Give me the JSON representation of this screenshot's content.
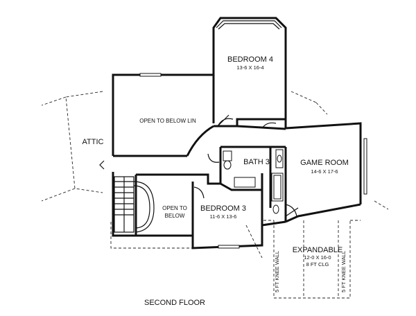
{
  "floor_title": "SECOND FLOOR",
  "rooms": {
    "bedroom4": {
      "name": "BEDROOM 4",
      "dims": "13-6 X 16-4"
    },
    "game_room": {
      "name": "GAME ROOM",
      "dims": "14-6 X 17-6"
    },
    "bedroom3": {
      "name": "BEDROOM 3",
      "dims": "11-6 X 13-6"
    },
    "bath3": {
      "name": "BATH 3"
    },
    "open_below_lin": {
      "name": "OPEN TO BELOW LIN"
    },
    "open_below": {
      "line1": "OPEN TO",
      "line2": "BELOW"
    },
    "attic": {
      "name": "ATTIC"
    },
    "expandable": {
      "name": "EXPANDABLE",
      "dims": "12-0 X 16-0",
      "ceiling": "8 FT CLG"
    }
  },
  "knee_walls": {
    "left_label": "5 FT KNEE WALL",
    "right_label": "5 FT KNEE WALL"
  }
}
